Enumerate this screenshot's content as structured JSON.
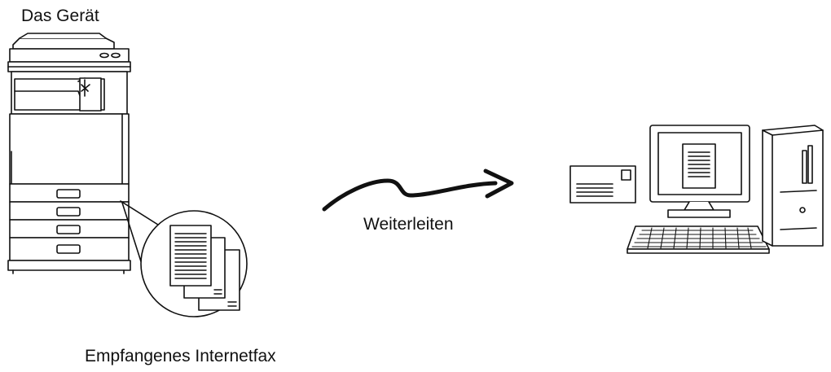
{
  "labels": {
    "device": "Das Gerät",
    "forward": "Weiterleiten",
    "received_fax": "Empfangenes Internetfax"
  },
  "colors": {
    "line": "#111111",
    "fill": "#ffffff",
    "shade": "#e6e6e6"
  },
  "icons": {
    "copier": "multifunction-printer-icon",
    "documents": "document-stack-icon",
    "arrow": "curved-forward-arrow-icon",
    "envelope": "envelope-icon",
    "computer": "desktop-computer-icon"
  }
}
